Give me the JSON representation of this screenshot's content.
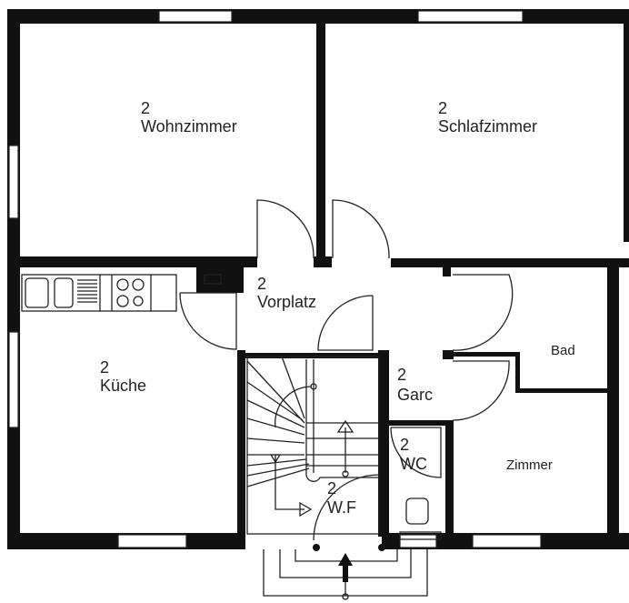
{
  "rooms": {
    "wohnzimmer": {
      "number": "2",
      "name": "Wohnzimmer"
    },
    "schlafzimmer": {
      "number": "2",
      "name": "Schlafzimmer"
    },
    "vorplatz": {
      "number": "2",
      "name": "Vorplatz"
    },
    "kueche": {
      "number": "2",
      "name": "Küche"
    },
    "garderobe": {
      "number": "2",
      "name": "Garc"
    },
    "wc": {
      "number": "2",
      "name": "WC"
    },
    "windfang": {
      "number": "2",
      "name": "W.F"
    },
    "bad": {
      "name": "Bad"
    },
    "zimmer": {
      "name": "Zimmer"
    }
  },
  "colors": {
    "wall": "#111111",
    "background": "#ffffff"
  }
}
